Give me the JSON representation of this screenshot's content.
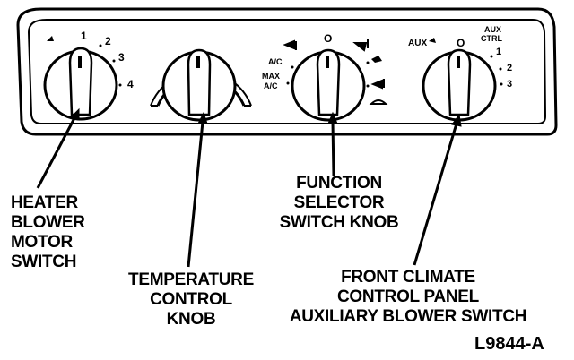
{
  "panel": {
    "heater_blower_dial": {
      "marks": [
        "1",
        "2",
        "3",
        "4"
      ]
    },
    "function_selector_dial": {
      "marks": [
        "O",
        "A/C",
        "MAX\nA/C"
      ]
    },
    "aux_blower_dial": {
      "label_left": "AUX",
      "label_top": "AUX\nCTRL",
      "marks": [
        "O",
        "1",
        "2",
        "3"
      ]
    }
  },
  "callouts": {
    "heater_blower": [
      "HEATER",
      "BLOWER",
      "MOTOR",
      "SWITCH"
    ],
    "temperature": [
      "TEMPERATURE",
      "CONTROL",
      "KNOB"
    ],
    "function_selector": [
      "FUNCTION",
      "SELECTOR",
      "SWITCH KNOB"
    ],
    "front_climate": [
      "FRONT CLIMATE",
      "CONTROL PANEL",
      "AUXILIARY BLOWER SWITCH"
    ]
  },
  "figure_id": "L9844-A"
}
